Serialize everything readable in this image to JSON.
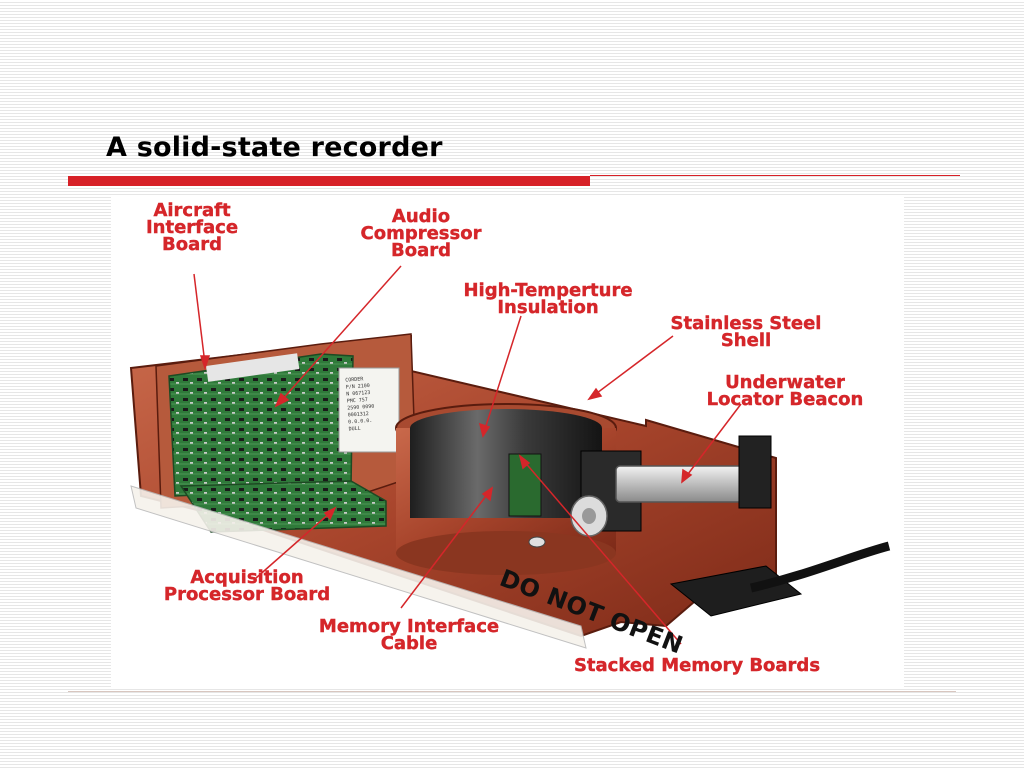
{
  "slide": {
    "title": "A solid-state recorder"
  },
  "figure": {
    "labels": {
      "aircraft_interface": "Aircraft\nInterface\nBoard",
      "audio_compressor": "Audio\nCompressor\nBoard",
      "insulation": "High-Temperture\nInsulation",
      "shell": "Stainless Steel\nShell",
      "beacon": "Underwater\nLocator Beacon",
      "acquisition": "Acquisition\nProcessor Board",
      "memory_cable": "Memory Interface\nCable",
      "memory_boards": "Stacked Memory Boards"
    },
    "warning_text": "DO NOT OPEN",
    "colors": {
      "label_red": "#d5262a",
      "housing": "#a8452c",
      "board_green": "#2f7a3a"
    }
  }
}
